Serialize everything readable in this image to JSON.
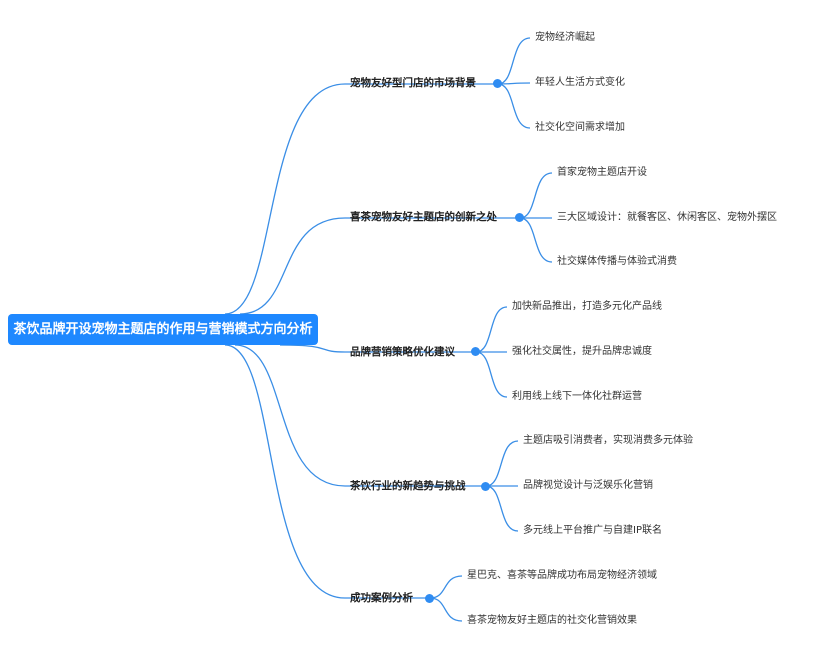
{
  "root": {
    "label": "茶饮品牌开设宠物主题店的作用与营销模式方向分析"
  },
  "branches": [
    {
      "label": "宠物友好型门店的市场背景",
      "children": [
        "宠物经济崛起",
        "年轻人生活方式变化",
        "社交化空间需求增加"
      ]
    },
    {
      "label": "喜茶宠物友好主题店的创新之处",
      "children": [
        "首家宠物主题店开设",
        "三大区域设计：就餐客区、休闲客区、宠物外摆区",
        "社交媒体传播与体验式消费"
      ]
    },
    {
      "label": "品牌营销策略优化建议",
      "children": [
        "加快新品推出，打造多元化产品线",
        "强化社交属性，提升品牌忠诚度",
        "利用线上线下一体化社群运营"
      ]
    },
    {
      "label": "茶饮行业的新趋势与挑战",
      "children": [
        "主题店吸引消费者，实现消费多元体验",
        "品牌视觉设计与泛娱乐化营销",
        "多元线上平台推广与自建IP联名"
      ]
    },
    {
      "label": "成功案例分析",
      "children": [
        "星巴克、喜茶等品牌成功布局宠物经济领域",
        "喜茶宠物友好主题店的社交化营销效果"
      ]
    }
  ],
  "colors": {
    "accent": "#1e88ff",
    "line": "#3a8ee6",
    "dot": "#2f8cf2"
  }
}
